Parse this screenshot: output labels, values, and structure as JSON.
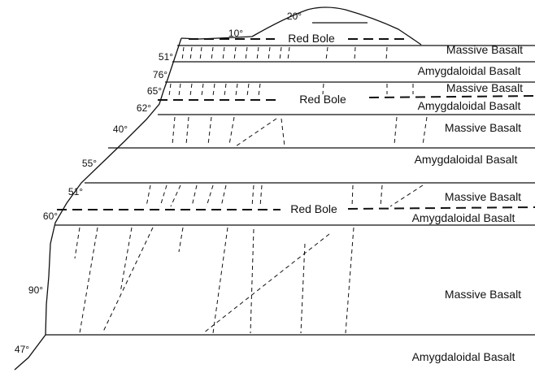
{
  "layers": [
    {
      "id": "l1",
      "label": "Massive Basalt"
    },
    {
      "id": "l2",
      "label": "Amygdaloidal Basalt"
    },
    {
      "id": "l3",
      "label": "Massive Basalt"
    },
    {
      "id": "l4",
      "label": "Amygdaloidal Basalt"
    },
    {
      "id": "l5",
      "label": "Massive Basalt"
    },
    {
      "id": "l6",
      "label": "Amygdaloidal Basalt"
    },
    {
      "id": "l7",
      "label": "Massive Basalt"
    },
    {
      "id": "l8",
      "label": "Amygdaloidal Basalt"
    },
    {
      "id": "l9",
      "label": "Massive Basalt"
    },
    {
      "id": "l10",
      "label": "Amygdaloidal Basalt"
    }
  ],
  "red_bole_label": "Red Bole",
  "slope_angles": [
    "20°",
    "10°",
    "51°",
    "76°",
    "65°",
    "62°",
    "40°",
    "55°",
    "51°",
    "60°",
    "90°",
    "47°"
  ]
}
